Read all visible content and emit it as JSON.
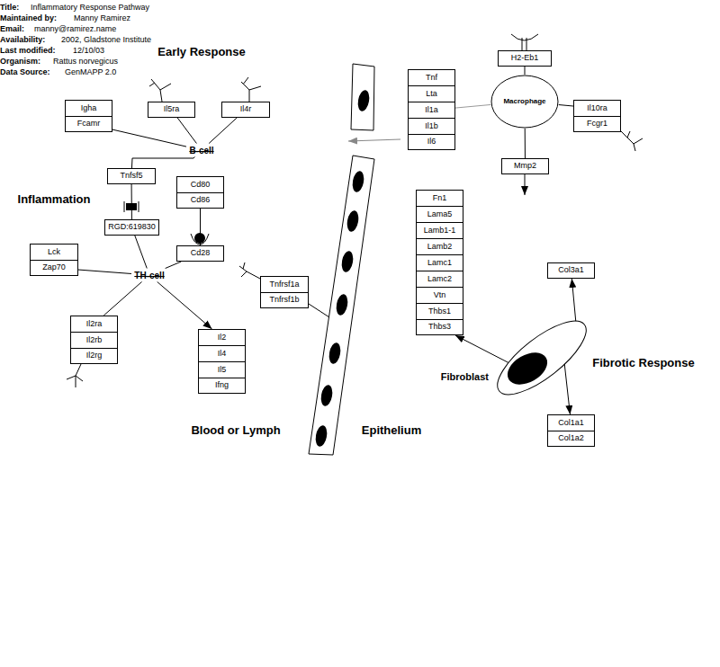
{
  "diagram": {
    "title": "Inflammatory Response Pathway",
    "nodes": [
      {
        "text": [
          "Igha"
        ]
      },
      {
        "text": [
          "Fcamr"
        ]
      },
      {
        "text": [
          "Il5ra"
        ]
      },
      {
        "text": [
          "Il4r"
        ]
      },
      {
        "text": [
          "B-cell"
        ]
      },
      {
        "text": [
          "Tnfsf5"
        ]
      },
      {
        "text": [
          "Cd80"
        ]
      },
      {
        "text": [
          "Cd86"
        ]
      },
      {
        "text": [
          "RGD:619830"
        ]
      },
      {
        "text": [
          "Cd28"
        ]
      },
      {
        "text": [
          "Lck"
        ]
      },
      {
        "text": [
          "Zap70"
        ]
      },
      {
        "text": [
          "TH-cell"
        ]
      },
      {
        "text": [
          "Tnfrsf1a"
        ]
      },
      {
        "text": [
          "Tnfrsf1b"
        ]
      },
      {
        "text": [
          "Il2ra"
        ]
      },
      {
        "text": [
          "Il2rb"
        ]
      },
      {
        "text": [
          "Il2rg"
        ]
      },
      {
        "text": [
          "Il2"
        ]
      },
      {
        "text": [
          "Il4"
        ]
      },
      {
        "text": [
          "Il5"
        ]
      },
      {
        "text": [
          "Ifng"
        ]
      },
      {
        "text": [
          "H2-Eb1"
        ]
      },
      {
        "text": [
          "Tnf"
        ]
      },
      {
        "text": [
          "Lta"
        ]
      },
      {
        "text": [
          "Il1a"
        ]
      },
      {
        "text": [
          "Il1b"
        ]
      },
      {
        "text": [
          "Il6"
        ]
      },
      {
        "text": [
          "Macrophage"
        ]
      },
      {
        "text": [
          "Il10ra"
        ]
      },
      {
        "text": [
          "Fcgr1"
        ]
      },
      {
        "text": [
          "Mmp2"
        ]
      },
      {
        "text": [
          "Fn1"
        ]
      },
      {
        "text": [
          "Lama5"
        ]
      },
      {
        "text": [
          "Lamb1-1"
        ]
      },
      {
        "text": [
          "Lamb2"
        ]
      },
      {
        "text": [
          "Lamc1"
        ]
      },
      {
        "text": [
          "Lamc2"
        ]
      },
      {
        "text": [
          "Vtn"
        ]
      },
      {
        "text": [
          "Thbs1"
        ]
      },
      {
        "text": [
          "Thbs3"
        ]
      },
      {
        "text": [
          "Col3a1"
        ]
      },
      {
        "text": [
          "Fibroblast"
        ]
      },
      {
        "text": [
          "Col1a1"
        ]
      },
      {
        "text": [
          "Col1a2"
        ]
      }
    ],
    "edges": [
      {
        "from": 1,
        "to": 4,
        "arrow": "none"
      },
      {
        "from": 2,
        "to": 4,
        "arrow": "none"
      },
      {
        "from": 3,
        "to": 4,
        "arrow": "none"
      },
      {
        "from": 4,
        "to": 5,
        "arrow": "none"
      },
      {
        "from": 5,
        "to": 8,
        "arrow": "none"
      },
      {
        "from": 7,
        "to": 9,
        "arrow": "none"
      },
      {
        "from": 8,
        "to": 12,
        "arrow": "none"
      },
      {
        "from": 9,
        "to": 12,
        "arrow": "none"
      },
      {
        "from": 11,
        "to": 12,
        "arrow": "none"
      },
      {
        "from": 12,
        "to": 15,
        "arrow": "none"
      },
      {
        "from": 12,
        "to": 18,
        "arrow": "to"
      },
      {
        "from": 28,
        "to": 25,
        "arrow": "none"
      },
      {
        "from": 22,
        "to": 28,
        "arrow": "none"
      },
      {
        "from": 28,
        "to": 29,
        "arrow": "none"
      },
      {
        "from": 28,
        "to": 31,
        "arrow": "none"
      },
      {
        "from": 42,
        "to": 40,
        "arrow": "to"
      },
      {
        "from": 42,
        "to": 41,
        "arrow": "to"
      },
      {
        "from": 42,
        "to": 43,
        "arrow": "to"
      }
    ],
    "labels": [
      "Title:",
      "Maintained by:",
      "Manny Ramirez",
      "Email:",
      "manny@ramirez.name",
      "Availability:",
      "2002, Gladstone Institute",
      "Last modified:",
      "12/10/03",
      "Organism:",
      "Rattus norvegicus",
      "Data Source:",
      "GenMAPP 2.0",
      "Early Response",
      "Inflammation",
      "Blood or Lymph",
      "Epithelium",
      "Fibrotic Response"
    ]
  }
}
